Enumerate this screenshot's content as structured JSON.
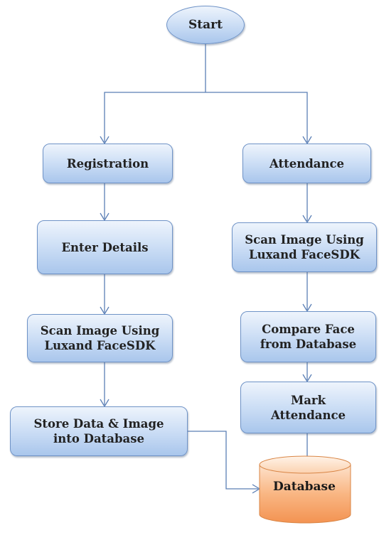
{
  "diagram": {
    "nodes": {
      "start": "Start",
      "registration": "Registration",
      "enter_details": "Enter Details",
      "scan_left": "Scan Image Using\nLuxand FaceSDK",
      "store_data": "Store Data & Image\ninto Database",
      "attendance": "Attendance",
      "scan_right": "Scan Image Using\nLuxand FaceSDK",
      "compare_face": "Compare Face\nfrom Database",
      "mark_attendance": "Mark\nAttendance",
      "database": "Database"
    },
    "colors": {
      "box_border": "#6f93c7",
      "box_fill": "#cfe0f6",
      "arrow": "#5b7fb5",
      "database_fill": "#f7a468"
    }
  }
}
